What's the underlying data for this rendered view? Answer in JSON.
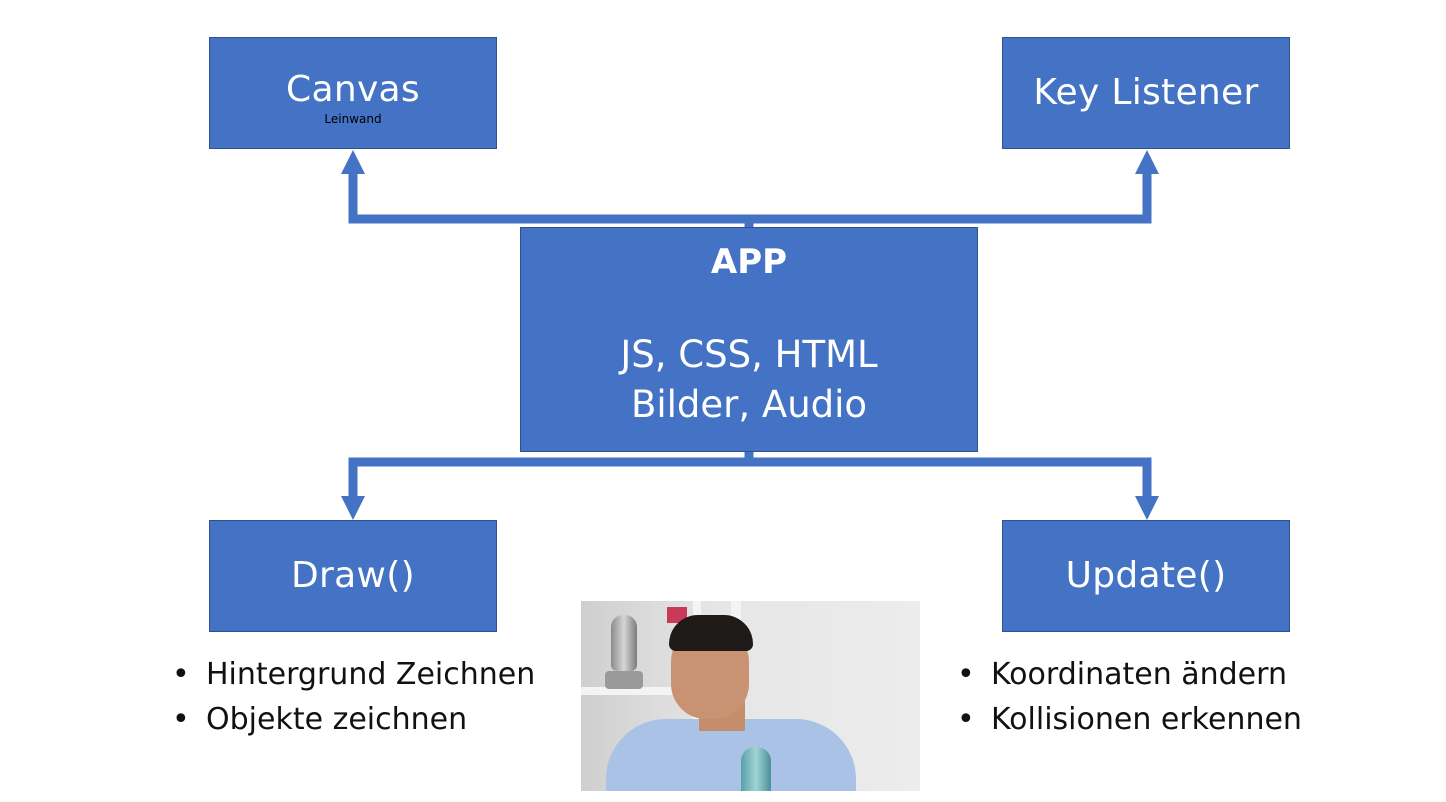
{
  "diagram": {
    "canvas": {
      "title": "Canvas",
      "subtitle": "Leinwand"
    },
    "key_listener": {
      "title": "Key Listener"
    },
    "app": {
      "title": "APP",
      "line1": "JS, CSS, HTML",
      "line2": "Bilder, Audio"
    },
    "draw": {
      "title": "Draw()",
      "bullets": [
        "Hintergrund Zeichnen",
        "Objekte zeichnen"
      ]
    },
    "update": {
      "title": "Update()",
      "bullets": [
        "Koordinaten ändern",
        "Kollisionen erkennen"
      ]
    },
    "colors": {
      "box_fill": "#4472c4",
      "box_border": "#2f528f",
      "arrow": "#4472c4",
      "text_on_box": "#ffffff"
    }
  },
  "video_overlay": {
    "description_icon": "presenter-webcam"
  }
}
